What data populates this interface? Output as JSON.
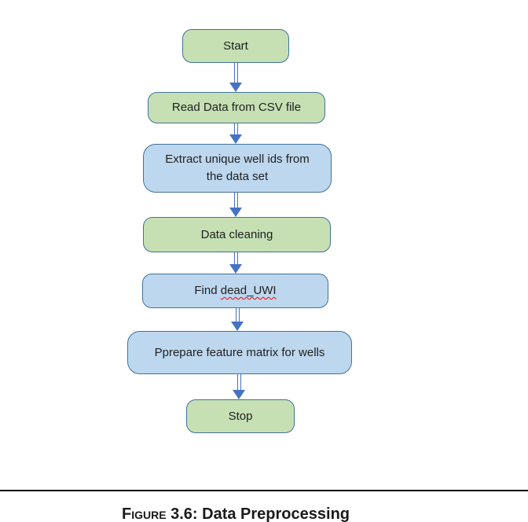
{
  "diagram": {
    "type": "flowchart",
    "nodes": {
      "start": {
        "label": "Start",
        "fill": "green"
      },
      "read_csv": {
        "label": "Read Data from CSV file",
        "fill": "green"
      },
      "extract_ids": {
        "label": "Extract unique well ids from the data set",
        "fill": "blue"
      },
      "data_cleaning": {
        "label": "Data cleaning",
        "fill": "green"
      },
      "find_dead_uwi": {
        "prefix": "Find",
        "misspelled_term": "dead_UWI",
        "fill": "blue"
      },
      "prepare_matrix": {
        "label": "Pprepare feature matrix for wells",
        "fill": "blue"
      },
      "stop": {
        "label": "Stop",
        "fill": "green"
      }
    },
    "edges": [
      {
        "from": "start",
        "to": "read_csv",
        "style": "double-line-arrow"
      },
      {
        "from": "read_csv",
        "to": "extract_ids",
        "style": "double-line-arrow"
      },
      {
        "from": "extract_ids",
        "to": "data_cleaning",
        "style": "double-line-arrow"
      },
      {
        "from": "data_cleaning",
        "to": "find_dead_uwi",
        "style": "double-line-arrow"
      },
      {
        "from": "find_dead_uwi",
        "to": "prepare_matrix",
        "style": "double-line-arrow"
      },
      {
        "from": "prepare_matrix",
        "to": "stop",
        "style": "double-line-arrow"
      }
    ]
  },
  "caption": {
    "figure_word": "Figure",
    "text": "3.6: Data Preprocessing"
  },
  "colors": {
    "green_fill": "#c6e0b4",
    "blue_fill": "#bdd7ee",
    "node_border": "#41719c",
    "arrow": "#4472c4",
    "spellcheck_squiggle": "#ff0000",
    "text": "#1f1f1f",
    "rule": "#000000"
  }
}
